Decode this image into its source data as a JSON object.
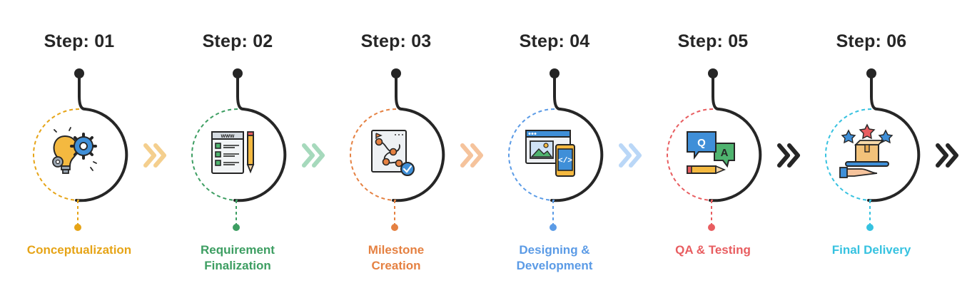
{
  "steps": [
    {
      "title": "Step: 01",
      "label_lines": [
        "Conceptualization"
      ],
      "color": "#e6a417",
      "icon": "lightbulb-gears-icon"
    },
    {
      "title": "Step: 02",
      "label_lines": [
        "Requirement",
        "Finalization"
      ],
      "color": "#3d9e62",
      "icon": "checklist-document-icon"
    },
    {
      "title": "Step: 03",
      "label_lines": [
        "Milestone",
        "Creation"
      ],
      "color": "#e58142",
      "icon": "roadmap-document-icon"
    },
    {
      "title": "Step: 04",
      "label_lines": [
        "Designing &",
        "Development"
      ],
      "color": "#5b9be6",
      "icon": "web-mobile-code-icon"
    },
    {
      "title": "Step: 05",
      "label_lines": [
        "QA & Testing"
      ],
      "color": "#e85d60",
      "icon": "qa-chat-icon"
    },
    {
      "title": "Step: 06",
      "label_lines": [
        "Final Delivery"
      ],
      "color": "#36c2e0",
      "icon": "package-delivery-icon"
    }
  ],
  "arrows": [
    {
      "color": "#f4cf8e",
      "icon": "double-chevron-right-icon"
    },
    {
      "color": "#a6d9bc",
      "icon": "double-chevron-right-icon"
    },
    {
      "color": "#f5c39c",
      "icon": "double-chevron-right-icon"
    },
    {
      "color": "#bad7f7",
      "icon": "double-chevron-right-icon"
    },
    {
      "color": "#262626",
      "icon": "double-chevron-right-icon"
    },
    {
      "color": "#262626",
      "icon": "double-chevron-right-icon"
    }
  ],
  "ink": "#262626"
}
